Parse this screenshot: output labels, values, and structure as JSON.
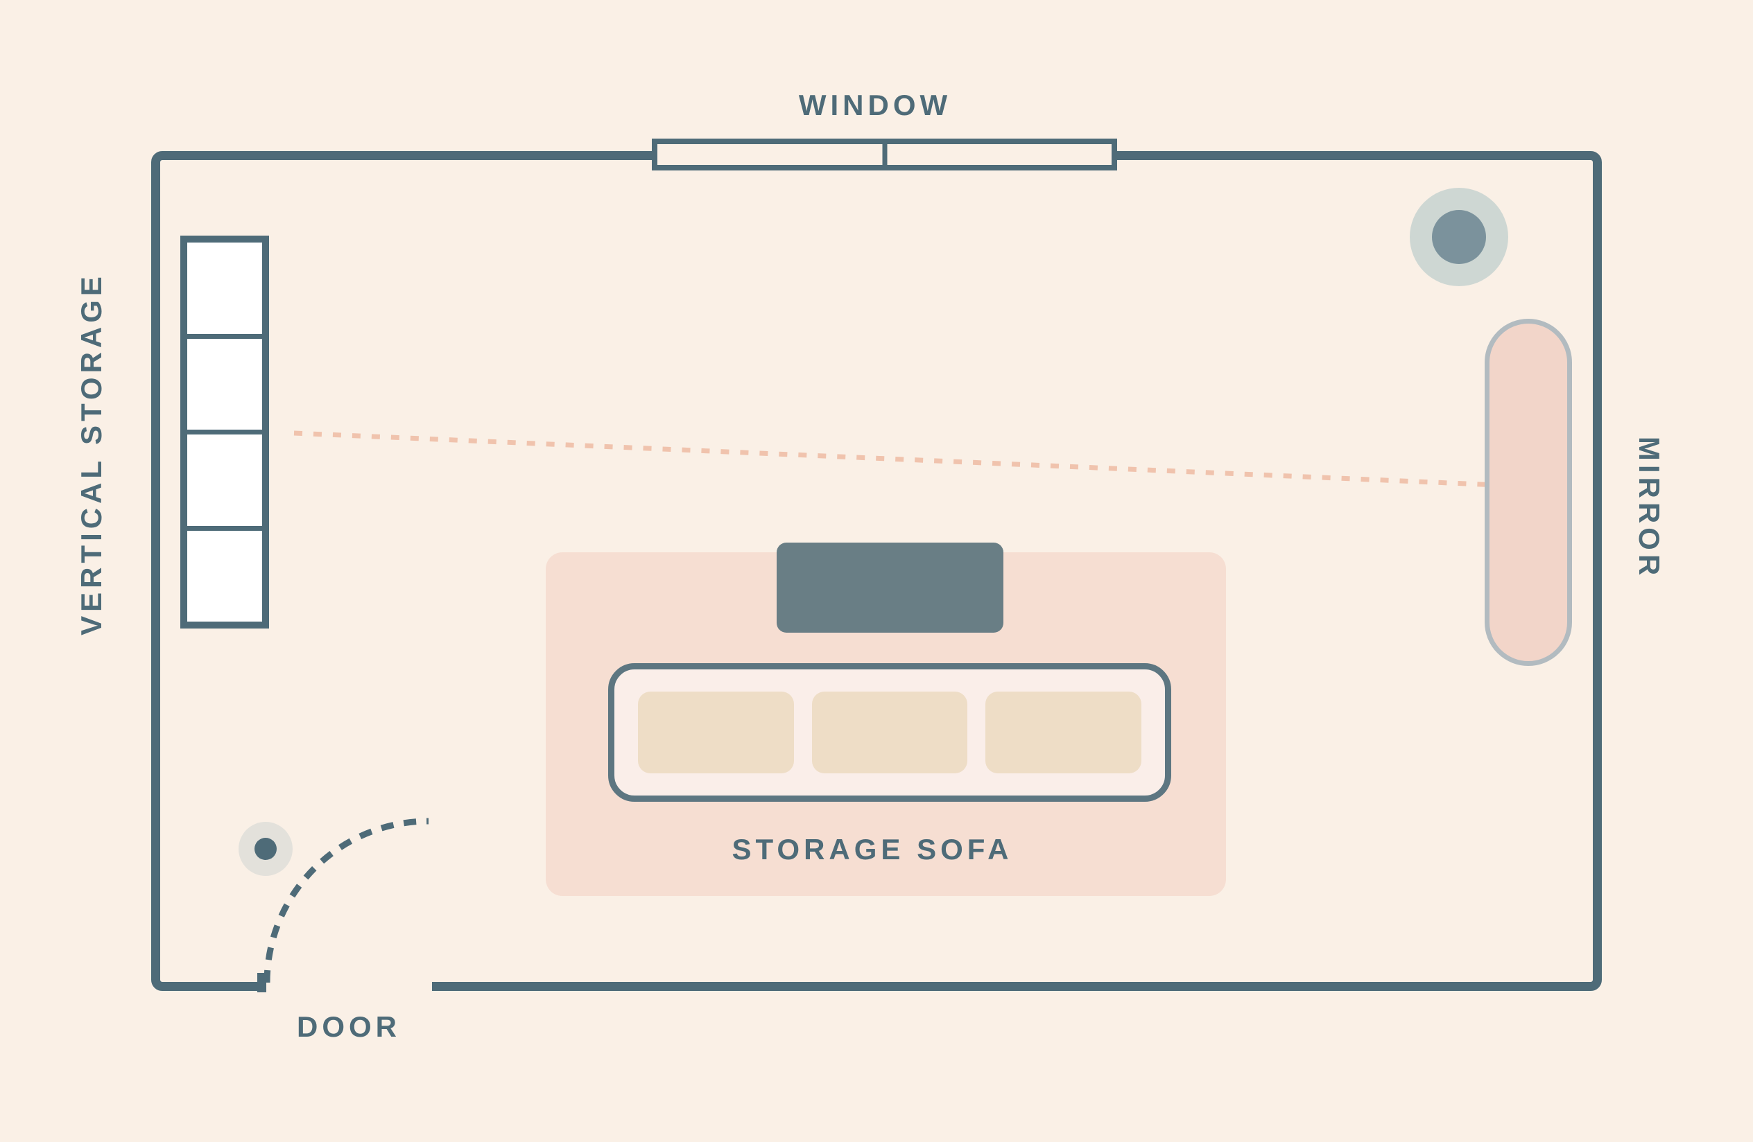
{
  "palette": {
    "background": "#faf0e6",
    "ink": "#4e6b78",
    "storage_fill": "#ffffff",
    "light_outer": "#ced7d3",
    "light_inner": "#7b929c",
    "mirror_fill": "#f2d5c9",
    "mirror_border": "#b2bbc0",
    "rug": "#f6ded2",
    "table": "#697e85",
    "sofa_border": "#5d7681",
    "sofa_body": "#faeee9",
    "cushion": "#eeddc6",
    "knob_outer": "#e3e1db",
    "sightline": "#f0c3ad"
  },
  "labels": {
    "window": "WINDOW",
    "vertical_storage": "VERTICAL STORAGE",
    "mirror": "MIRROR",
    "storage_sofa": "STORAGE SOFA",
    "door": "DOOR"
  },
  "furniture": {
    "storage_cells": 4,
    "sofa_cushions": 3,
    "window_panes": 2
  }
}
